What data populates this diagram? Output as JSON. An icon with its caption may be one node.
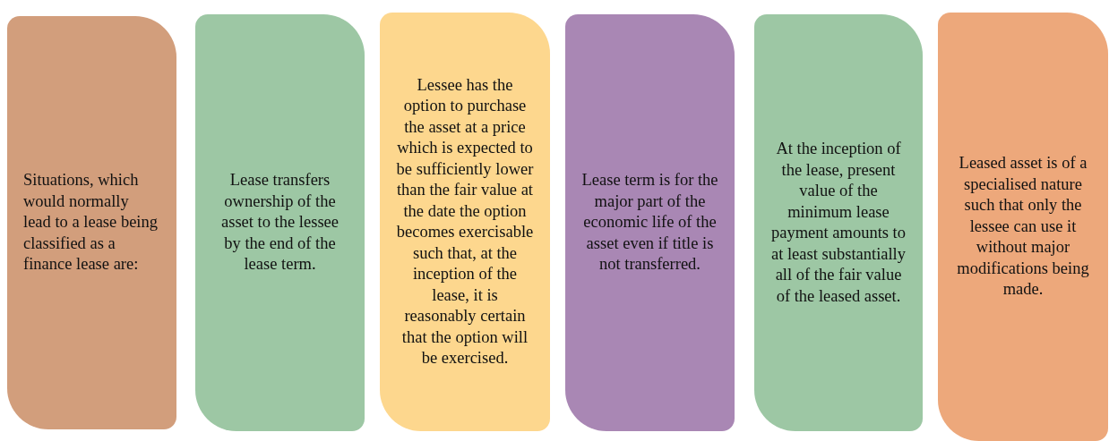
{
  "diagram": {
    "nodes": [
      {
        "text": [
          "Situations, which would normally lead to a lease being classified as a finance lease are:"
        ]
      },
      {
        "text": [
          "Lease transfers ownership of the asset to the lessee by the end of the lease term."
        ]
      },
      {
        "text": [
          "Lessee has the option to purchase the asset at a price which is expected to be sufficiently lower than the fair value at the date the option becomes exercisable such that, at the inception of the lease, it is reasonably certain that the option will be exercised."
        ]
      },
      {
        "text": [
          "Lease term is for the major part of the economic life of the asset even if title is not transferred."
        ]
      },
      {
        "text": [
          "At the inception of the lease, present value of the minimum lease payment amounts to at least substantially all of the fair value of the leased asset."
        ]
      },
      {
        "text": [
          "Leased asset is of a specialised nature such that only the lessee can use it without major modifications being made."
        ]
      }
    ]
  }
}
